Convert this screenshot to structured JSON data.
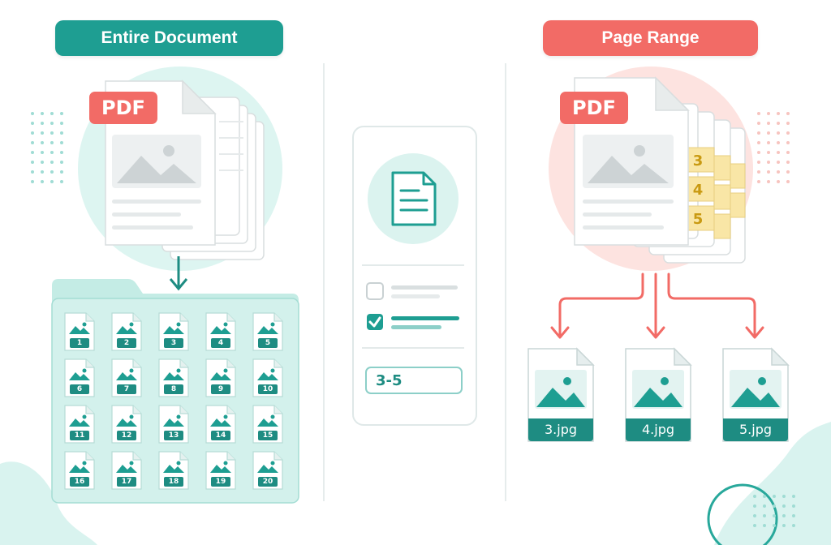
{
  "left_panel": {
    "title": "Entire Document",
    "pdf_label": "PDF",
    "page_numbers": [
      "1",
      "2",
      "3",
      "4",
      "5",
      "6",
      "7",
      "8",
      "9",
      "10",
      "11",
      "12",
      "13",
      "14",
      "15",
      "16",
      "17",
      "18",
      "19",
      "20"
    ]
  },
  "middle_panel": {
    "range_value": "3-5"
  },
  "right_panel": {
    "title": "Page Range",
    "pdf_label": "PDF",
    "range_pages": [
      "3",
      "4",
      "5"
    ],
    "outputs": [
      "3.jpg",
      "4.jpg",
      "5.jpg"
    ]
  },
  "colors": {
    "teal": "#1e9e92",
    "coral": "#f26b66",
    "highlight": "#f9e6a6"
  },
  "icons": [
    "pdf-document-icon",
    "image-icon",
    "folder-icon",
    "document-icon",
    "checkbox-icon",
    "arrow-down-icon"
  ]
}
